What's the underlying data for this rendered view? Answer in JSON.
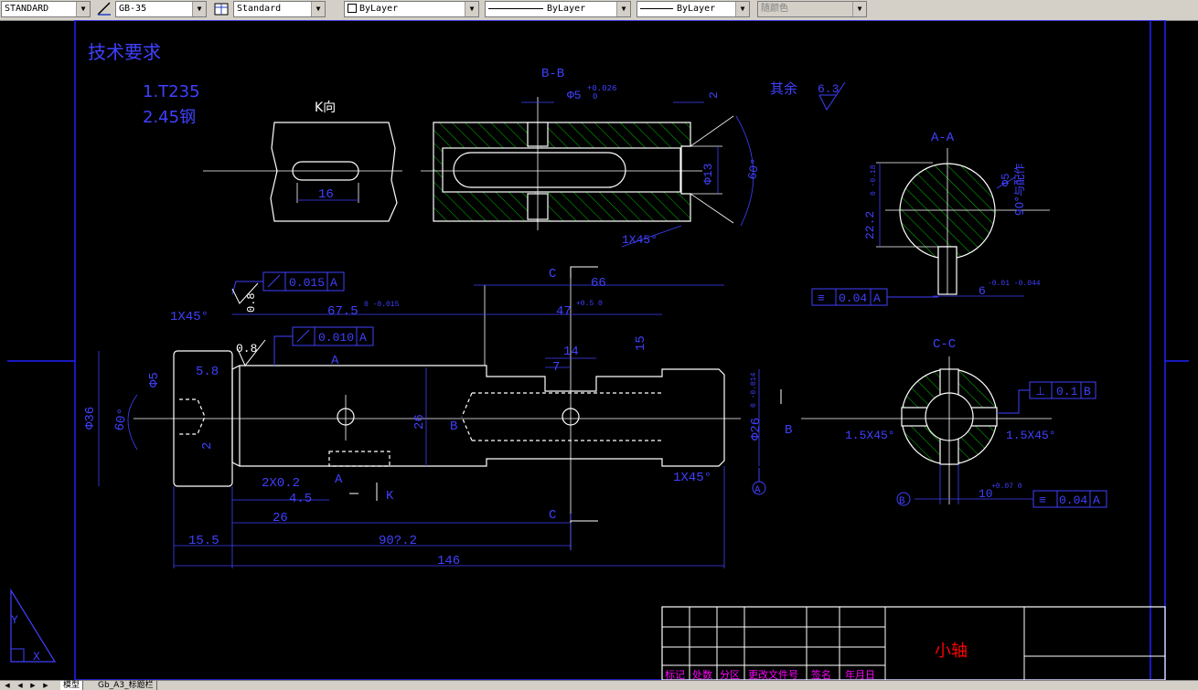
{
  "toolbar": {
    "text_style": "STANDARD",
    "dim_style": "GB-35",
    "table_style": "Standard",
    "layer": "ByLayer",
    "linetype": "ByLayer",
    "lineweight": "ByLayer",
    "color": "随颜色"
  },
  "drawing": {
    "tech_title": "技术要求",
    "tech_item1": "1.T235",
    "tech_item2": "2.45钢",
    "view_k": "K向",
    "view_bb": "B-B",
    "view_aa": "A-A",
    "view_cc": "C-C",
    "rest_roughness": "其余",
    "rest_roughness_val": "6.3",
    "dim_16": "16",
    "dim_phi5": "Φ5",
    "dim_phi5_tol": "+0.026",
    "dim_phi5_tol2": "0",
    "dim_2": "2",
    "dim_phi13": "Φ13",
    "dim_60": "60°",
    "dim_1x45_top": "1X45°",
    "dim_aa_22": "22.2",
    "dim_aa_22_tol": "0 -0.18",
    "dim_aa_phi5": "Φ5",
    "dim_aa_note": "90°与配作",
    "dim_aa_6": "6",
    "dim_aa_6_tol": "-0.01 -0.044",
    "fcf_aa_sym": "≡",
    "fcf_aa_val": "0.04",
    "fcf_aa_ref": "A",
    "fcf1_val": "0.015",
    "fcf1_ref": "A",
    "fcf2_val": "0.010",
    "fcf2_ref": "A",
    "rough_08a": "0.8",
    "rough_08b": "0.8",
    "dim_675": "67.5",
    "dim_675_tol": "0 -0.015",
    "dim_66": "66",
    "dim_47": "47",
    "dim_47_tol": "+0.5 0",
    "dim_14": "14",
    "dim_7": "7",
    "dim_15": "15",
    "dim_1x45_left": "1X45°",
    "dim_phi36": "Φ36",
    "dim_phi5_left": "Φ5",
    "dim_58": "5.8",
    "dim_60_left": "60°",
    "dim_2_left": "2",
    "dim_26": "26",
    "dim_phi26": "Φ26",
    "dim_phi26_tol": "0 -0.014",
    "dim_1x45_right": "1X45°",
    "dim_2x02": "2X0.2",
    "dim_45": "4.5",
    "dim_26b": "26",
    "dim_902": "90?.2",
    "dim_155": "15.5",
    "dim_146": "146",
    "label_c_top": "C",
    "label_c_bot": "C",
    "label_a_top": "A",
    "label_a_bot": "A",
    "label_b_left": "B",
    "label_b_right": "B",
    "label_k": "K",
    "datum_a": "A",
    "datum_b": "B",
    "dim_15x45_left": "1.5X45°",
    "dim_15x45_right": "1.5X45°",
    "fcf_cc_sym": "⊥",
    "fcf_cc_val": "0.1",
    "fcf_cc_ref": "B",
    "dim_10": "10",
    "dim_10_tol": "+0.07 0",
    "fcf_cc2_sym": "≡",
    "fcf_cc2_val": "0.04",
    "fcf_cc2_ref": "A",
    "ucs_y": "Y",
    "ucs_x": "X"
  },
  "title_block": {
    "part_name": "小轴",
    "headers": [
      "标记",
      "处数",
      "分区",
      "更改文件号",
      "签名",
      "年月日"
    ]
  },
  "layout_tabs": [
    "模型",
    "Gb_A3_标题栏"
  ],
  "colors": {
    "background": "#000000",
    "border": "#0000ff",
    "geometry": "#ffffff",
    "dimension": "#4040ff",
    "hatch": "#00c000",
    "title_text": "#ff0000",
    "header_text": "#ff00ff"
  }
}
